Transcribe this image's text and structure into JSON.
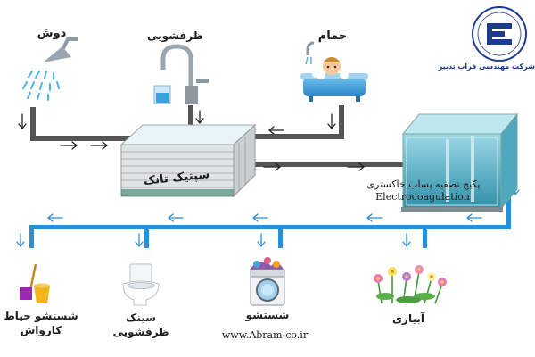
{
  "sources": {
    "shower": "دوش",
    "faucet": "ظرفشویی",
    "bath": "حمام"
  },
  "septic_tank": "سپتیک تانک",
  "package_label": "پکیج تصفیه پساب خاکستری",
  "package_label_en": "Electrocoagulation",
  "outputs": {
    "cleaning": "شستشو حیاط\nکارواش",
    "toilet": "سینک\nظرفشویی",
    "washing": "شستشو",
    "irrigation": "آبیاری"
  },
  "logo_text": "شرکت مهندسی فراب تدبیر",
  "website": "www.Abram-co.ir",
  "colors": {
    "gray_pipe": "#555555",
    "blue_pipe": "#2b8fd6",
    "arrow_blue": "#2b8fd6",
    "logo_navy": "#1c3b8c"
  },
  "icons": [
    "shower-icon",
    "faucet-icon",
    "bathtub-icon",
    "septic-tank-icon",
    "treatment-package-icon",
    "mop-bucket-icon",
    "toilet-icon",
    "washing-machine-icon",
    "flowers-icon",
    "company-logo"
  ]
}
